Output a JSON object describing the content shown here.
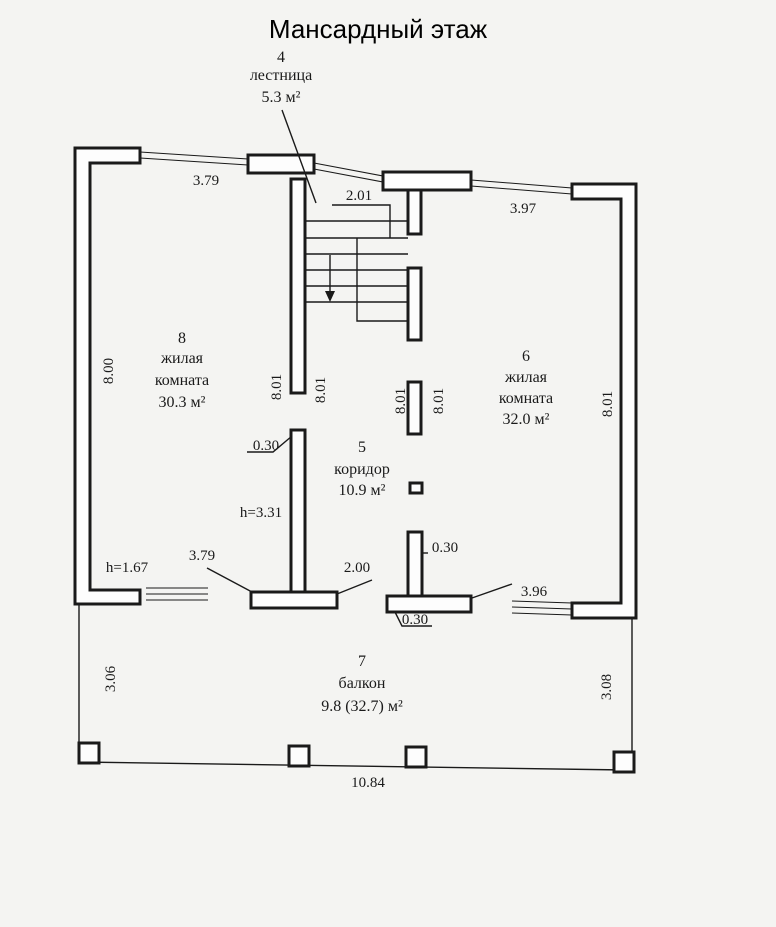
{
  "plan": {
    "title": "Мансардный этаж",
    "rooms": [
      {
        "number": "4",
        "name": "лестница",
        "area": "5.3 м²"
      },
      {
        "number": "8",
        "name_line1": "жилая",
        "name_line2": "комната",
        "area": "30.3 м²"
      },
      {
        "number": "6",
        "name_line1": "жилая",
        "name_line2": "комната",
        "area": "32.0 м²"
      },
      {
        "number": "5",
        "name": "коридор",
        "area": "10.9 м²"
      },
      {
        "number": "7",
        "name": "балкон",
        "area": "9.8 (32.7) м²"
      }
    ],
    "dimensions": {
      "top_left": "3.79",
      "stair_width": "2.01",
      "top_right": "3.97",
      "left_room_height": "8.00",
      "right_room_height": "8.01",
      "inner_1": "8.01",
      "inner_2": "8.01",
      "inner_3": "8.01",
      "inner_4": "8.01",
      "wall_thickness_1": "0.30",
      "wall_thickness_2": "0.30",
      "wall_thickness_3": "0.30",
      "ceiling_height_1": "h=3.31",
      "ceiling_height_2": "h=1.67",
      "bottom_left": "3.79",
      "bottom_middle": "2.00",
      "bottom_right": "3.96",
      "balcony_left": "3.06",
      "balcony_right": "3.08",
      "balcony_width": "10.84"
    }
  }
}
